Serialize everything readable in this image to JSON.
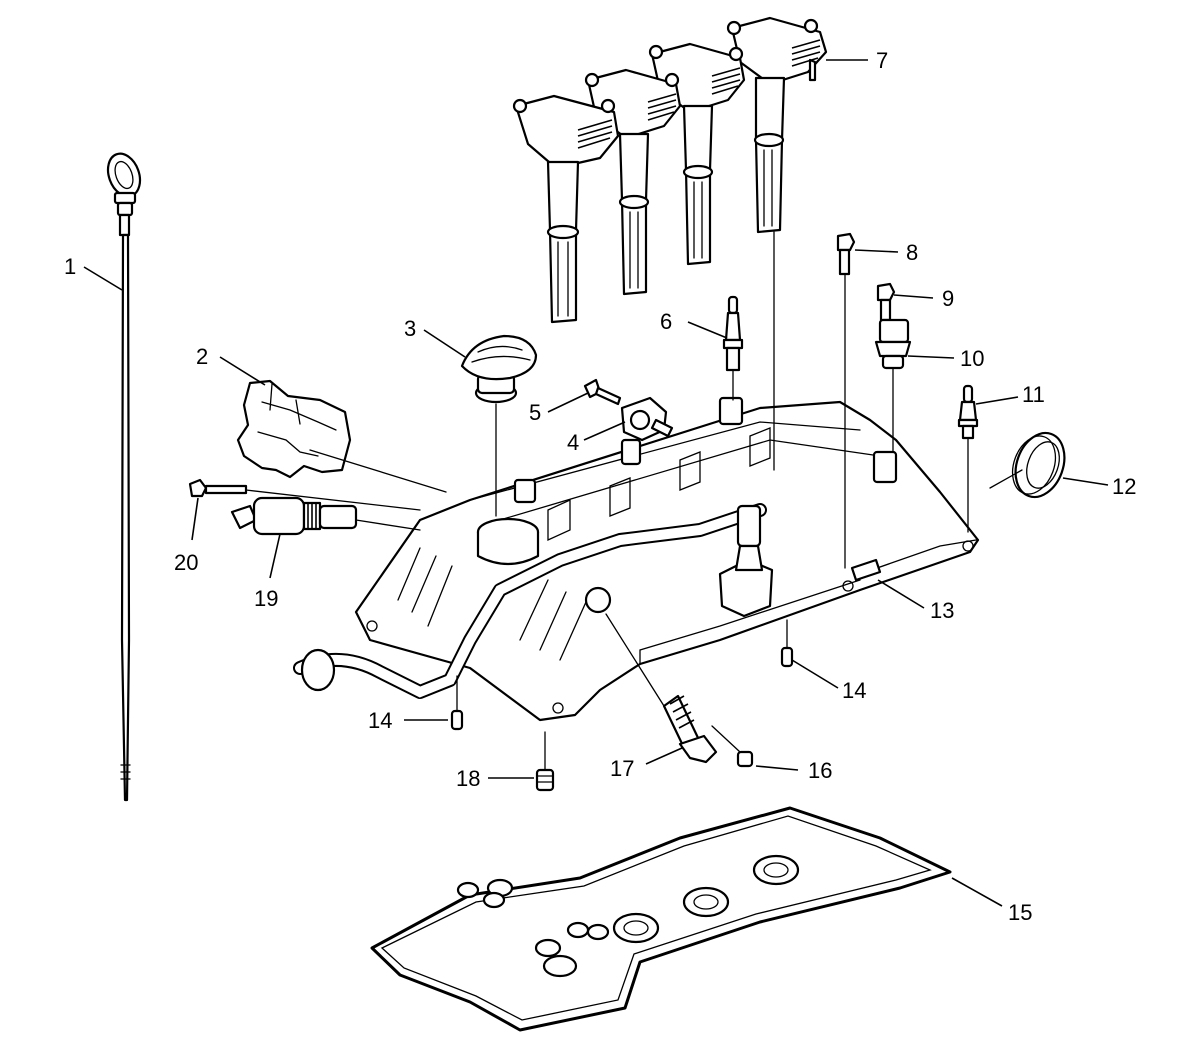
{
  "diagram": {
    "callouts": [
      {
        "id": "c1",
        "label": "1"
      },
      {
        "id": "c2",
        "label": "2"
      },
      {
        "id": "c3",
        "label": "3"
      },
      {
        "id": "c4",
        "label": "4"
      },
      {
        "id": "c5",
        "label": "5"
      },
      {
        "id": "c6",
        "label": "6"
      },
      {
        "id": "c7",
        "label": "7"
      },
      {
        "id": "c8",
        "label": "8"
      },
      {
        "id": "c9",
        "label": "9"
      },
      {
        "id": "c10",
        "label": "10"
      },
      {
        "id": "c11",
        "label": "11"
      },
      {
        "id": "c12",
        "label": "12"
      },
      {
        "id": "c13",
        "label": "13"
      },
      {
        "id": "c14a",
        "label": "14"
      },
      {
        "id": "c14b",
        "label": "14"
      },
      {
        "id": "c15",
        "label": "15"
      },
      {
        "id": "c16",
        "label": "16"
      },
      {
        "id": "c17",
        "label": "17"
      },
      {
        "id": "c18",
        "label": "18"
      },
      {
        "id": "c19",
        "label": "19"
      },
      {
        "id": "c20",
        "label": "20"
      }
    ]
  }
}
